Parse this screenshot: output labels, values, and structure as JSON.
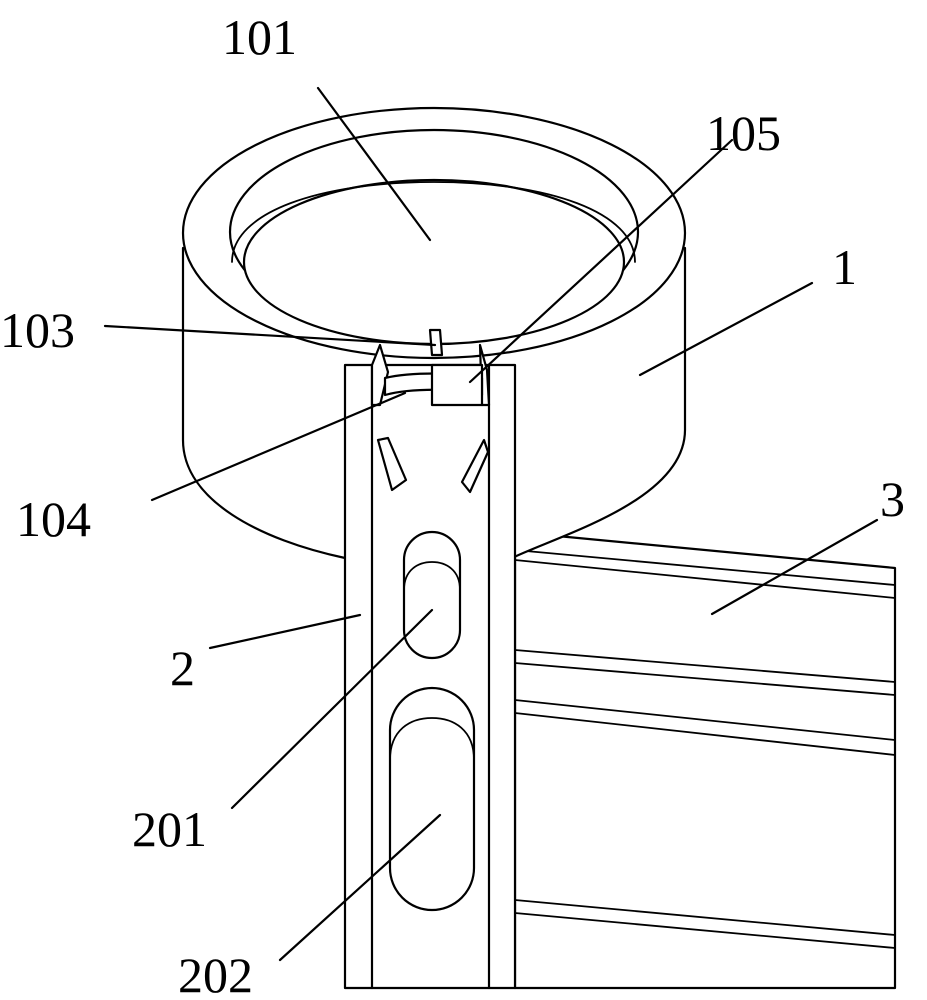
{
  "labels": {
    "l101": "101",
    "l105": "105",
    "l1": "1",
    "l103": "103",
    "l104": "104",
    "l3": "3",
    "l2": "2",
    "l201": "201",
    "l202": "202"
  },
  "colors": {
    "stroke": "#000000",
    "background": "#ffffff"
  }
}
